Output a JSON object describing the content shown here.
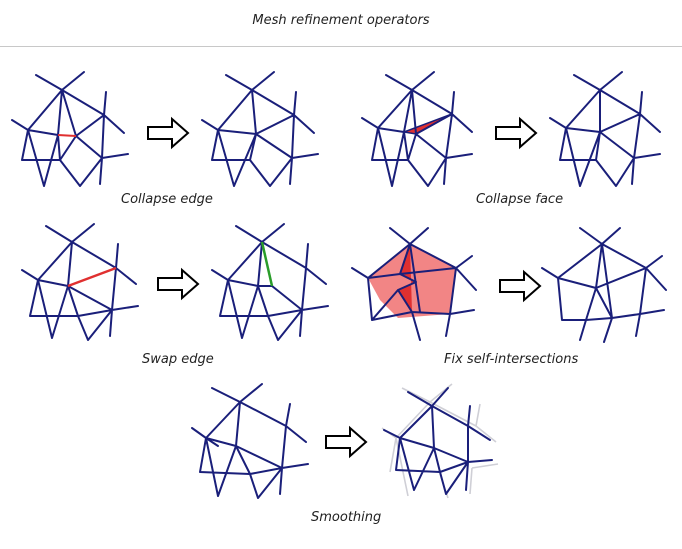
{
  "title": "Mesh refinement operators",
  "captions": {
    "collapse_edge": "Collapse edge",
    "collapse_face": "Collapse face",
    "swap_edge": "Swap edge",
    "fix_self_intersections": "Fix self-intersections",
    "smoothing": "Smoothing"
  },
  "colors": {
    "mesh_edge": "#1a1f7a",
    "highlight_red": "#e03030",
    "highlight_fill": "#f07070",
    "highlight_green": "#2a9d2a",
    "ghost_edge": "#cfcfd6"
  }
}
